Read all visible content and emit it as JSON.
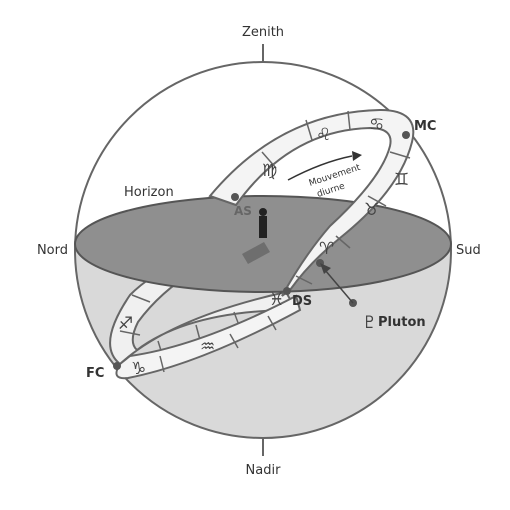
{
  "labels": {
    "zenith": "Zenith",
    "nadir": "Nadir",
    "nord": "Nord",
    "sud": "Sud",
    "horizon": "Horizon",
    "as": "AS",
    "ds": "DS",
    "mc": "MC",
    "fc": "FC",
    "pluton": "Pluton",
    "mouvement_line1": "Mouvement",
    "mouvement_line2": "diurne"
  },
  "signs": {
    "cancer": "♋",
    "leo": "♌",
    "virgo": "♍",
    "gemini": "♊",
    "taurus": "♉",
    "aries": "♈",
    "pisces": "♓",
    "aquarius": "♒",
    "capricorn": "♑",
    "sagittarius": "♐",
    "pluto": "♇"
  },
  "colors": {
    "sphere_stroke": "#666666",
    "horizon_plane": "#8f8f8f",
    "lower_hemisphere": "#d9d9d9",
    "band_fill": "#f4f4f4",
    "point": "#555555"
  }
}
